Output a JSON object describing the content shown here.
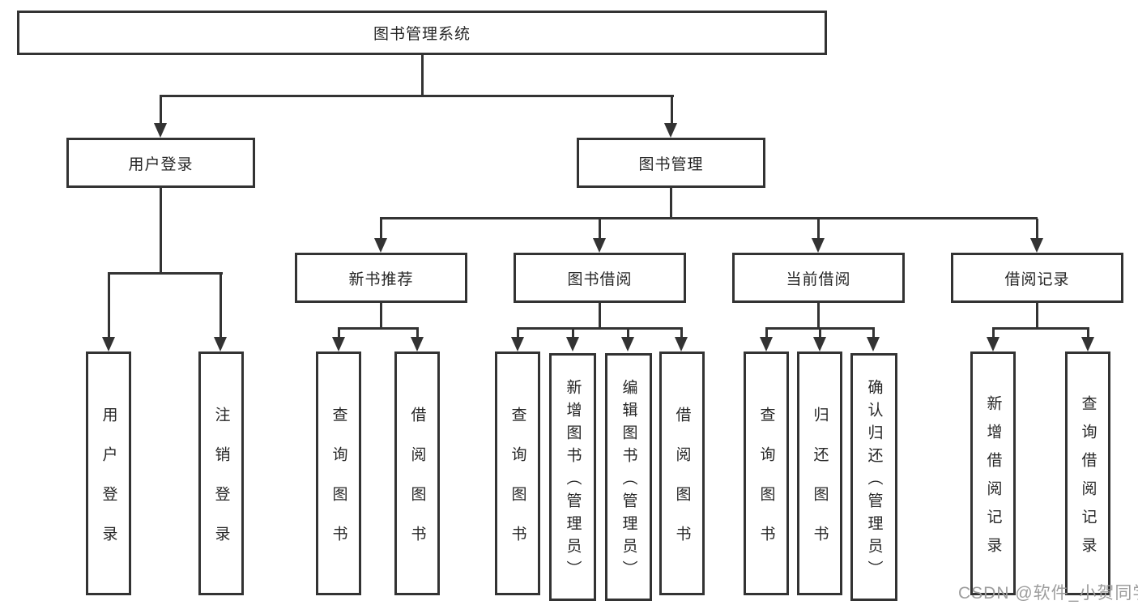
{
  "diagram": {
    "root": {
      "label": "图书管理系统"
    },
    "level2": [
      {
        "label": "用户登录"
      },
      {
        "label": "图书管理"
      }
    ],
    "level3": [
      {
        "label": "新书推荐",
        "parent": "图书管理"
      },
      {
        "label": "图书借阅",
        "parent": "图书管理"
      },
      {
        "label": "当前借阅",
        "parent": "图书管理"
      },
      {
        "label": "借阅记录",
        "parent": "图书管理"
      }
    ],
    "leaves": [
      {
        "label": "用户登录",
        "parent": "用户登录"
      },
      {
        "label": "注销登录",
        "parent": "用户登录"
      },
      {
        "label": "查询图书",
        "parent": "新书推荐"
      },
      {
        "label": "借阅图书",
        "parent": "新书推荐"
      },
      {
        "label": "查询图书",
        "parent": "图书借阅"
      },
      {
        "label": "新增图书（管理员）",
        "parent": "图书借阅"
      },
      {
        "label": "编辑图书（管理员）",
        "parent": "图书借阅"
      },
      {
        "label": "借阅图书",
        "parent": "图书借阅"
      },
      {
        "label": "查询图书",
        "parent": "当前借阅"
      },
      {
        "label": "归还图书",
        "parent": "当前借阅"
      },
      {
        "label": "确认归还（管理员）",
        "parent": "当前借阅"
      },
      {
        "label": "新增借阅记录",
        "parent": "借阅记录"
      },
      {
        "label": "查询借阅记录",
        "parent": "借阅记录"
      }
    ],
    "colors": {
      "line": "#333333",
      "text": "#262626",
      "background": "#ffffff"
    }
  },
  "watermark": {
    "text": "CSDN @软件_小贺同学",
    "color": "#9d9d9d"
  }
}
